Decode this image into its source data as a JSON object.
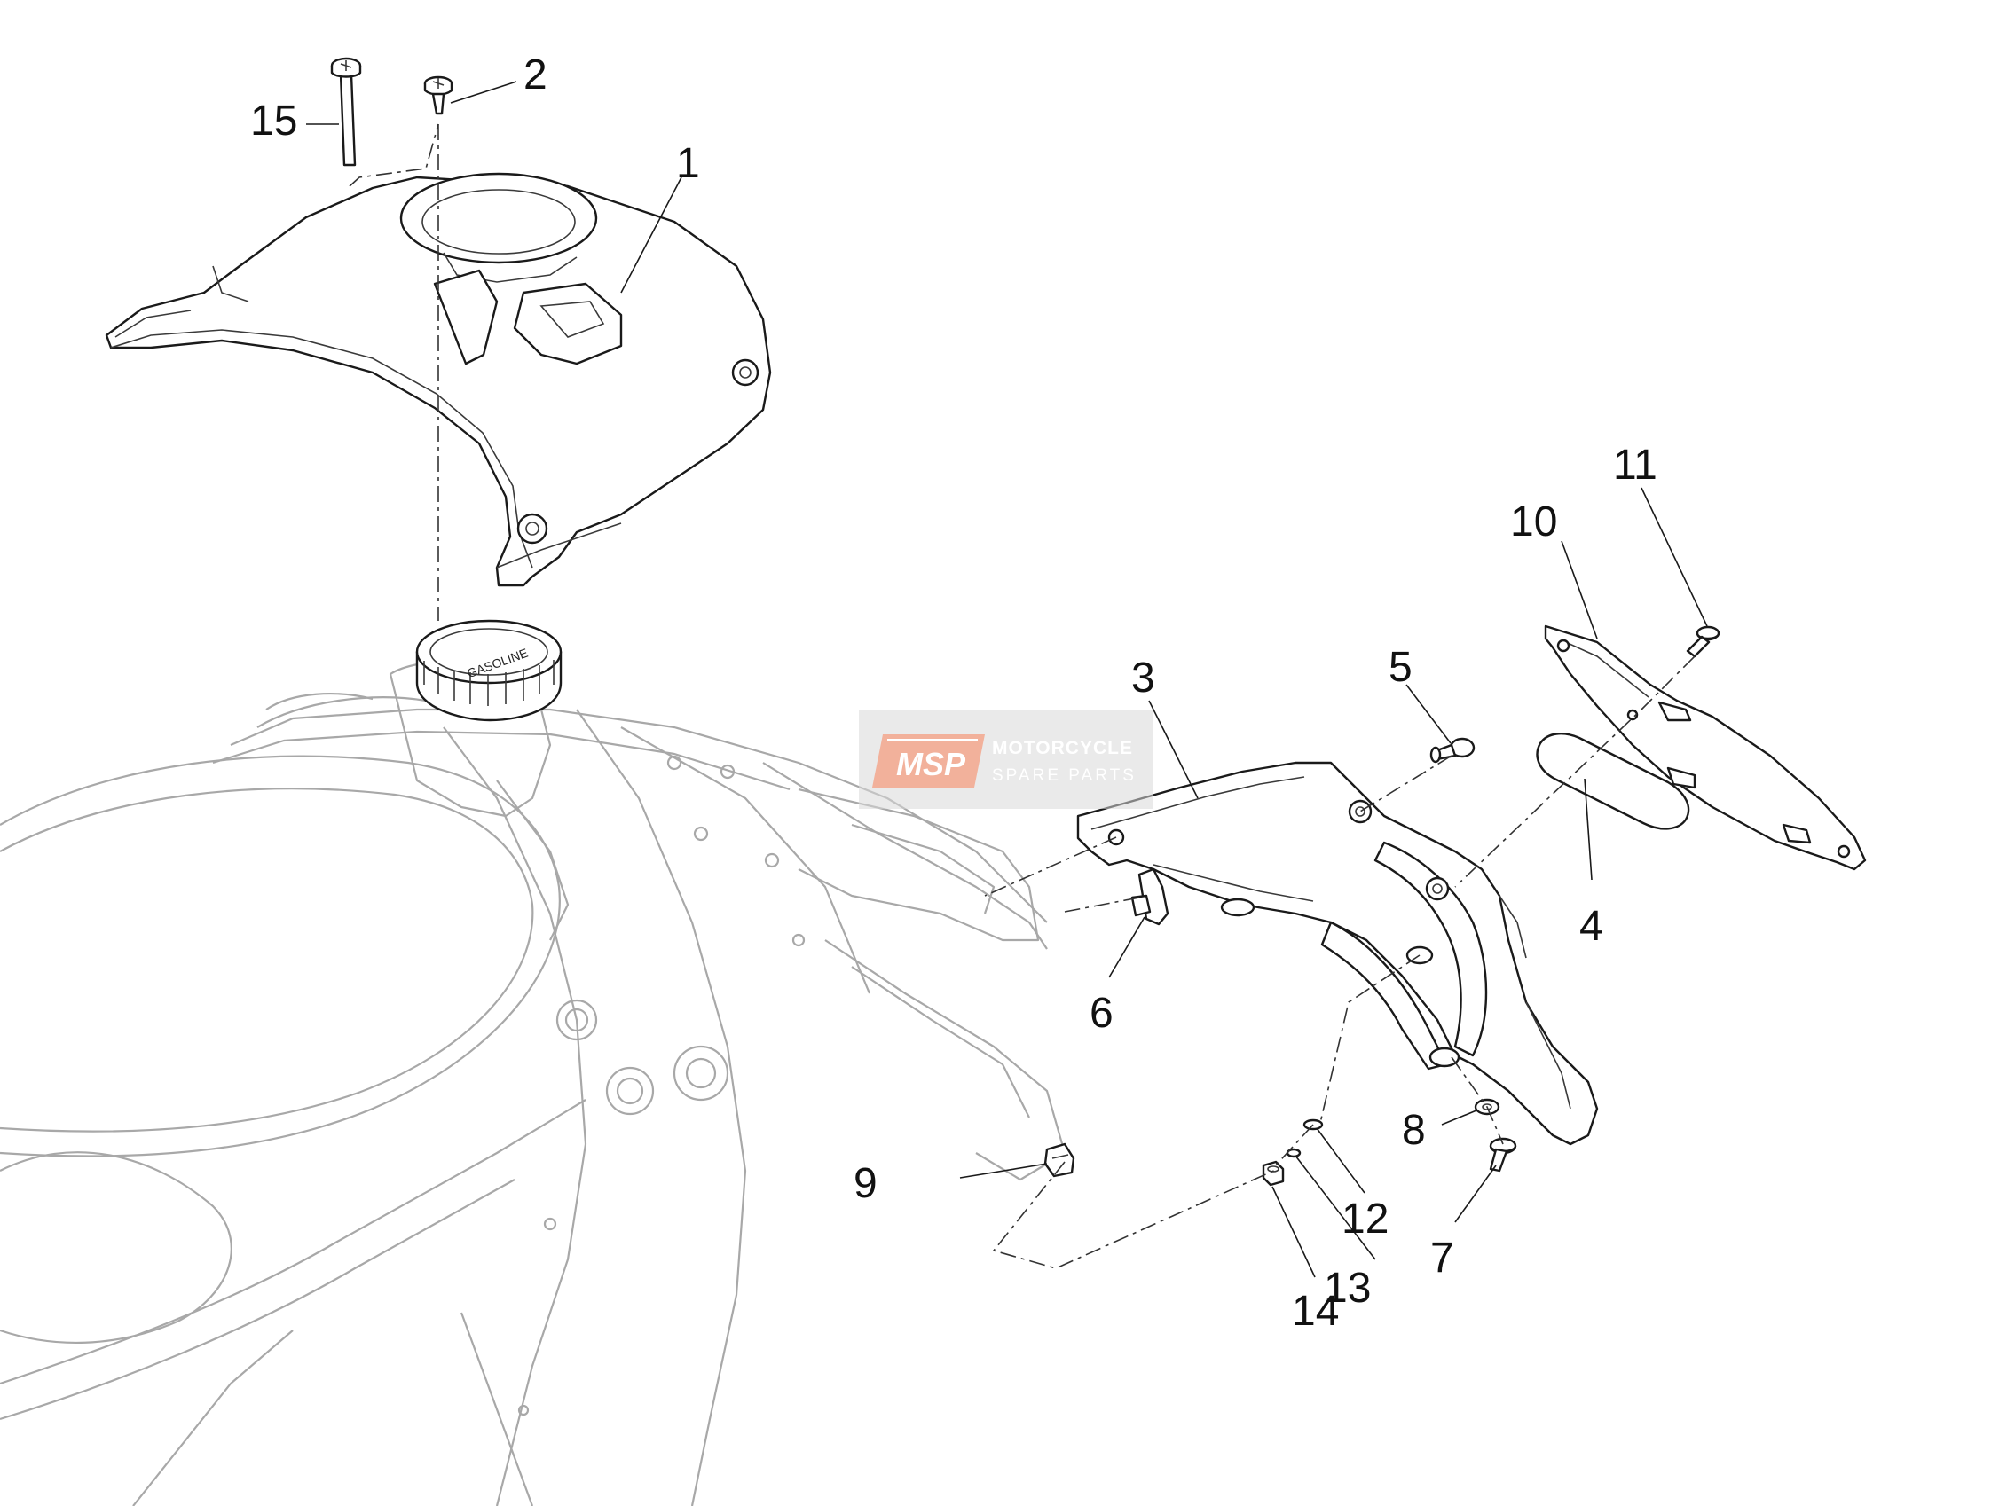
{
  "callouts": {
    "c1": "1",
    "c2": "2",
    "c3": "3",
    "c4": "4",
    "c5": "5",
    "c6": "6",
    "c7": "7",
    "c8": "8",
    "c9": "9",
    "c10": "10",
    "c11": "11",
    "c12": "12",
    "c13": "13",
    "c14": "14",
    "c15": "15"
  },
  "fuel_cap_label": "GASOLINE",
  "watermark": {
    "logo": "MSP",
    "line1": "MOTORCYCLE",
    "line2": "SPARE PARTS",
    "accent_color": "#e8734a",
    "panel_color": "#d9d9d9"
  }
}
